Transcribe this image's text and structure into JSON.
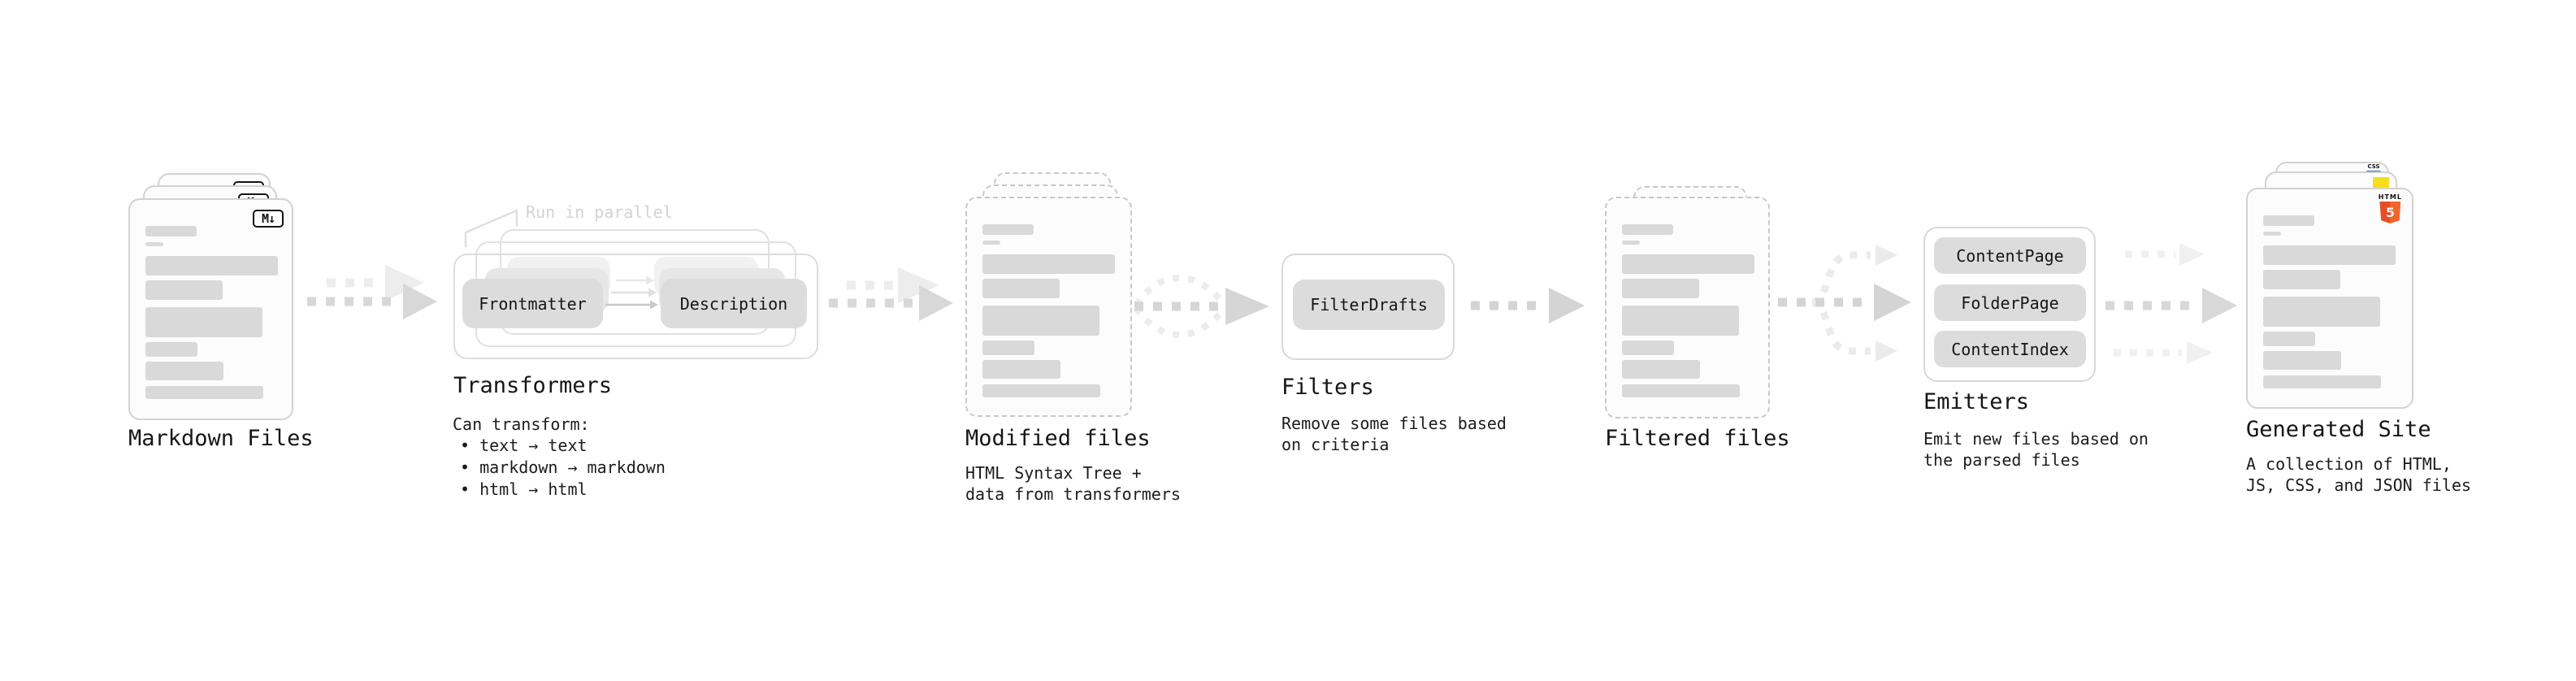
{
  "diagram": {
    "stages": {
      "markdown_files": {
        "label": "Markdown Files",
        "icon_label": "M↓"
      },
      "transformers": {
        "label": "Transformers",
        "annotation": "Run in parallel",
        "pill_left": "Frontmatter",
        "pill_right": "Description",
        "desc_title": "Can transform:",
        "bullets": [
          "• text → text",
          "• markdown → markdown",
          "• html → html"
        ]
      },
      "modified_files": {
        "label": "Modified files",
        "desc": [
          "HTML Syntax Tree +",
          "data from transformers"
        ]
      },
      "filters": {
        "label": "Filters",
        "pill": "FilterDrafts",
        "desc": [
          "Remove some files based",
          "on criteria"
        ]
      },
      "filtered_files": {
        "label": "Filtered files"
      },
      "emitters": {
        "label": "Emitters",
        "pills": [
          "ContentPage",
          "FolderPage",
          "ContentIndex"
        ],
        "desc": [
          "Emit new files based on",
          "the parsed files"
        ]
      },
      "generated_site": {
        "label": "Generated Site",
        "desc": [
          "A collection of HTML,",
          "JS, CSS, and JSON files"
        ],
        "html5_badge": {
          "word": "HTML",
          "number": "5"
        },
        "css_badge": "CSS"
      }
    },
    "colors": {
      "html5_orange": "#e44d26",
      "html5_orange_light": "#f16529",
      "js_yellow": "#f7df1e",
      "css_blue": "#2965f1"
    }
  }
}
